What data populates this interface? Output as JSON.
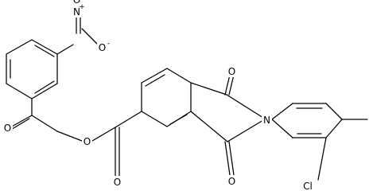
{
  "atoms": {
    "nitro_n": "N",
    "nitro_n_charge": "+",
    "nitro_o_top": "O",
    "nitro_o_right": "O",
    "nitro_o_right_charge": "-",
    "ketone_o": "O",
    "ester_o": "O",
    "carbonyl_o": "O",
    "imide_o_top": "O",
    "imide_o_bottom": "O",
    "imide_n": "N",
    "chlorine": "Cl"
  },
  "colors": {
    "ink": "#000000",
    "background": "#ffffff"
  }
}
